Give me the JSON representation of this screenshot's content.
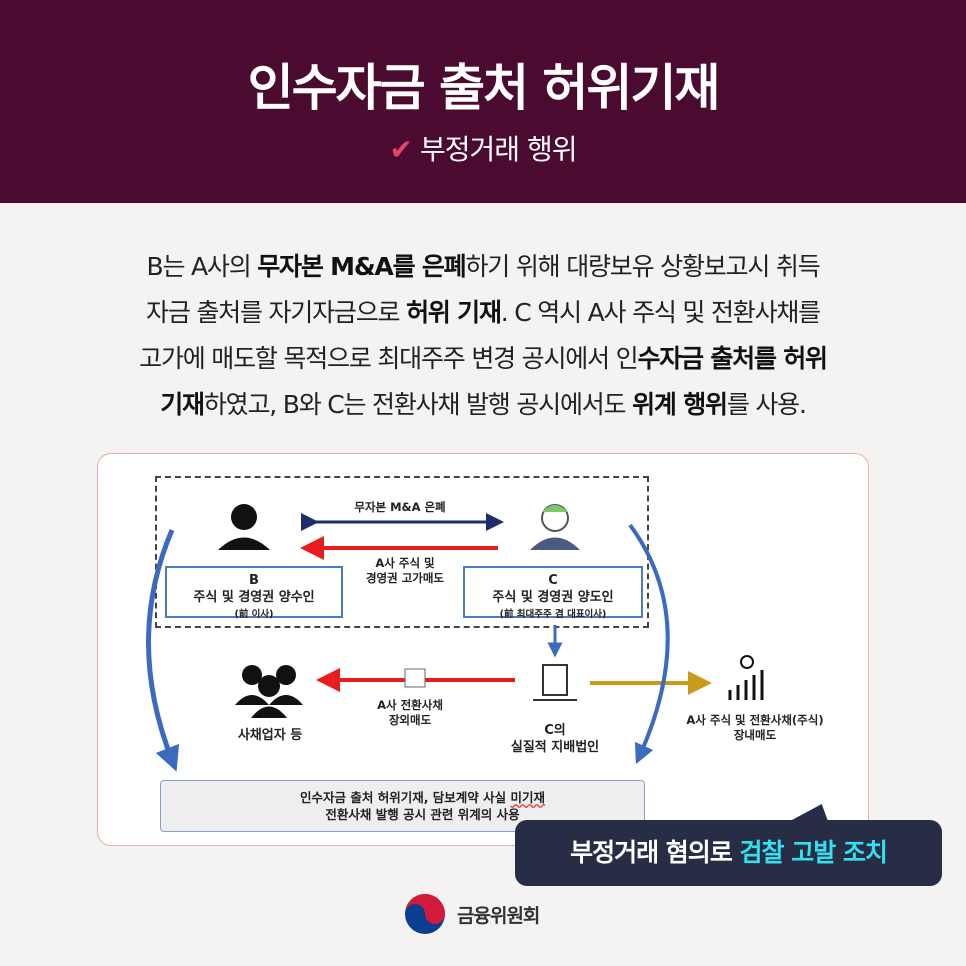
{
  "header": {
    "title": "인수자금 출처 허위기재",
    "subtitle": "부정거래 행위",
    "check_icon": "✔"
  },
  "paragraph": [
    [
      {
        "t": "B는 A사의 ",
        "b": false
      },
      {
        "t": "무자본 M&A를 은폐",
        "b": true
      },
      {
        "t": "하기 위해 대량보유 상황보고시 취득",
        "b": false
      }
    ],
    [
      {
        "t": "자금 출처를 자기자금으로 ",
        "b": false
      },
      {
        "t": "허위 기재",
        "b": true
      },
      {
        "t": ". C 역시 A사 주식 및 전환사채를",
        "b": false
      }
    ],
    [
      {
        "t": "고가에 매도할 목적으로 최대주주 변경 공시에서 인",
        "b": false
      },
      {
        "t": "수자금 출처를 허위",
        "b": true
      }
    ],
    [
      {
        "t": "기재",
        "b": true
      },
      {
        "t": "하였고, B와 C는 전환사채 발행 공시에서도 ",
        "b": false
      },
      {
        "t": "위계 행위",
        "b": true
      },
      {
        "t": "를 사용.",
        "b": false
      }
    ]
  ],
  "diagram": {
    "arrow_top": "무자본 M&A 은폐",
    "arrow_mid": [
      "A사 주식 및",
      "경영권 고가매도"
    ],
    "box_b": {
      "name": "B",
      "role": "주식 및 경영권 양수인",
      "note": "(前 이사)"
    },
    "box_c": {
      "name": "C",
      "role": "주식 및 경영권 양도인",
      "note": "(前 최대주주 겸 대표이사)"
    },
    "lenders": "사채업자 등",
    "otc_sale": [
      "A사 전환사채",
      "장외매도"
    ],
    "corp": [
      "C의",
      "실질적 지배법인"
    ],
    "market_sale": [
      "A사 주식 및 전환사채(주식)",
      "장내매도"
    ],
    "summary": [
      "인수자금 출처 허위기재, 담보계약 사실 ",
      "미기재",
      "전환사채 발행 공시 관련 위계의 사용"
    ]
  },
  "bubble": {
    "text": "부정거래 혐의로 ",
    "highlight": "검찰 고발 조치"
  },
  "footer": {
    "org": "금융위원회"
  },
  "colors": {
    "header": "#4b0b30",
    "accent": "#e8436e",
    "bubble": "#272d44",
    "highlight": "#32e0f0"
  }
}
